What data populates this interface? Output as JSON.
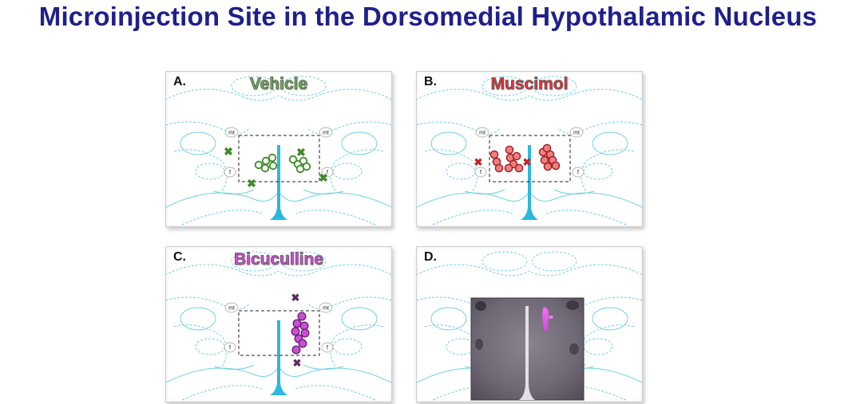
{
  "title": "Microinjection Site in the Dorsomedial Hypothalamic Nucleus",
  "panels": [
    {
      "letter": "A.",
      "label": "Vehicle",
      "color": "#6ab04c",
      "marker_color": "#3f8a2a"
    },
    {
      "letter": "B.",
      "label": "Muscimol",
      "color": "#e8333a",
      "marker_color": "#c0242a"
    },
    {
      "letter": "C.",
      "label": "Bicuculline",
      "color": "#d548d9",
      "marker_color": "#5a2a60"
    },
    {
      "letter": "D.",
      "label": ""
    }
  ],
  "region_labels": {
    "mt": "mt",
    "f": "f"
  },
  "colors": {
    "atlas_line": "#6fd0e8",
    "ventricle": "#2bb8e0",
    "dashed_box": "#222222"
  }
}
